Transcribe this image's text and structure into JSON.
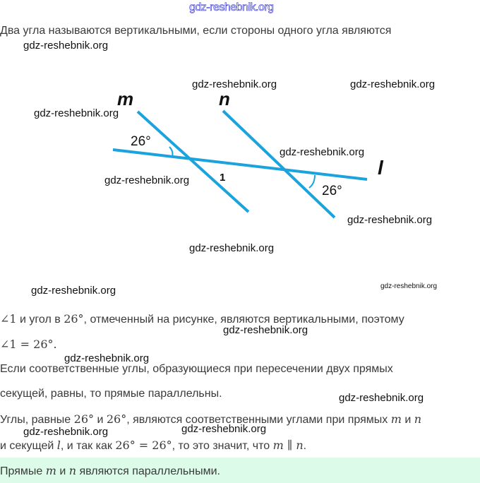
{
  "header_watermark": "gdz-reshebnik.org",
  "watermark": "gdz-reshebnik.org",
  "intro": "Два угла называются вертикальными, если стороны одного угла являются",
  "diagram": {
    "line_m": "m",
    "line_n": "n",
    "line_l": "l",
    "angle_left": "26°",
    "angle_1": "1",
    "angle_right": "26°"
  },
  "para1": {
    "a": "∠1",
    "b": " и угол в ",
    "c": "26°",
    "d": ", отмеченный на рисунке, являются вертикальными, поэтому",
    "e": "∠1 = 26°."
  },
  "para2": {
    "line1": "Если соответственные углы, образующиеся при пересечении двух прямых",
    "line2": "секущей, равны, то прямые параллельны."
  },
  "para3": {
    "a": "Углы, равные ",
    "b": "26°",
    "c": " и ",
    "d": "26°",
    "e": ", являются соответственными углами при прямых ",
    "m": "m",
    "f": " и ",
    "n": "n",
    "g": "и секущей ",
    "l": "l",
    "h": ", и так как ",
    "eq": "26° = 26°",
    "i": ", то это значит, что ",
    "par": "m ∥ n",
    "j": "."
  },
  "answer": {
    "a": "Прямые ",
    "m": "m",
    "b": " и ",
    "n": "n",
    "c": " являются параллельными."
  },
  "colors": {
    "line": "#1aa3dc",
    "answer_bg": "#dcfbe8"
  }
}
